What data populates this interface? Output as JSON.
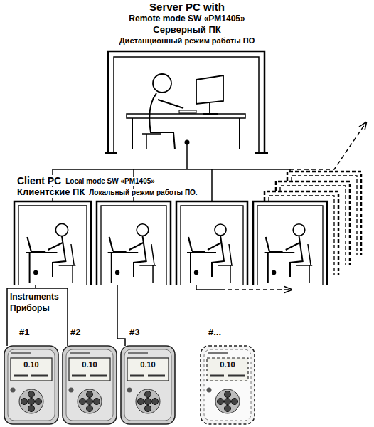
{
  "diagram": {
    "nodes": [
      {
        "text": [
          "Server PC with",
          "Remote mode SW «PM1405»",
          "Серверный ПК",
          "Дистанционный режим работы ПО"
        ]
      },
      {
        "text": [
          "#1",
          "0.10"
        ]
      },
      {
        "text": [
          "#2",
          "0.10"
        ]
      },
      {
        "text": [
          "#3",
          "0.10"
        ]
      },
      {
        "text": [
          "#...",
          "0.10"
        ]
      }
    ],
    "labels": [
      "Client PC",
      "Local mode SW «PM1405»",
      "Клиентские ПК",
      "Локальный режим работы ПО.",
      "Instruments",
      "Приборы"
    ]
  }
}
